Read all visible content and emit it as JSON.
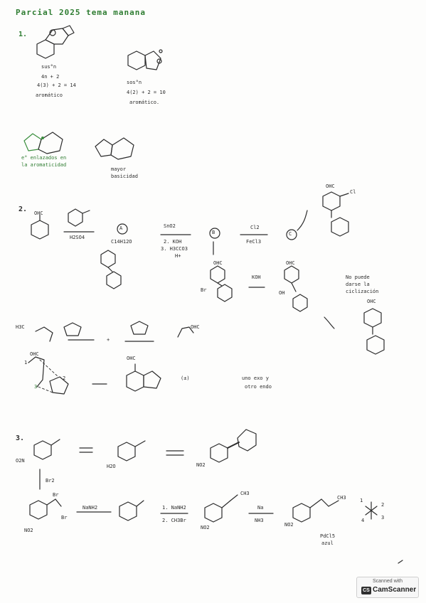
{
  "header": {
    "title": "Parcial 2025 tema manana"
  },
  "section1": {
    "number": "1.",
    "left_note": [
      "sus°n",
      "4n + 2",
      "4(3) + 2 = 14",
      "aromático"
    ],
    "right_note": [
      "sos°n",
      "4(2) + 2 = 10",
      "aromático."
    ],
    "green_note": [
      "e° enlazados en",
      "la aromaticidad"
    ],
    "basicity_note": [
      "mayor",
      "basicidad"
    ]
  },
  "section2": {
    "number": "2.",
    "reagents": {
      "r1_top": "OHC",
      "r1_bottom": "H2SO4",
      "circle_a": "A",
      "formula": "C14H12O",
      "cond_top": "SnO2",
      "cond_mid": "2. KOH",
      "cond_bot": "3. H3CCO3",
      "cond_h": "H+",
      "circle_b": "B",
      "r_cl2": "Cl2",
      "r_fecl3": "FeCl3",
      "circle_c": "C",
      "prod_c_top": "OHC",
      "prod_c_cl": "Cl",
      "b_top": "OHC",
      "b_left": "Br",
      "koh": "KOH",
      "oh_label": "OH",
      "ohc2": "OHC",
      "note": [
        "No puede",
        "darse la",
        "ciclización"
      ],
      "final_top": "OHC"
    },
    "diels_alder": {
      "left_label": "H3C",
      "plus": "+",
      "right_label": "OHC",
      "adduct_top": "OHC",
      "adduct_num1": "1",
      "adduct_num2": "2",
      "adduct_num3": "3",
      "prod_top": "OHC",
      "racemic": "(±)",
      "note": [
        "uno exo y",
        "otro endo"
      ]
    }
  },
  "section3": {
    "number": "3.",
    "labels": {
      "no2_a": "O2N",
      "h2o": "H2O",
      "no2_b": "NO2",
      "br2": "Br2",
      "br_top": "Br",
      "br_bot": "Br",
      "no2_c": "NO2",
      "nanh2": "NaNH2",
      "r2_top": "1. NaNH2",
      "r2_bot": "2. CH3Br",
      "ch3": "CH3",
      "no2_d": "NO2",
      "na": "Na",
      "nh3": "NH3",
      "no2_e": "NO2",
      "ch3_e": "CH3",
      "pdcl5": "PdCl5",
      "azul": "azul",
      "frag1": "1",
      "frag2": "2",
      "frag3": "3",
      "frag4": "4"
    }
  },
  "scanner": {
    "caption": "Scanned with",
    "logo": "CS",
    "brand": "CamScanner"
  }
}
